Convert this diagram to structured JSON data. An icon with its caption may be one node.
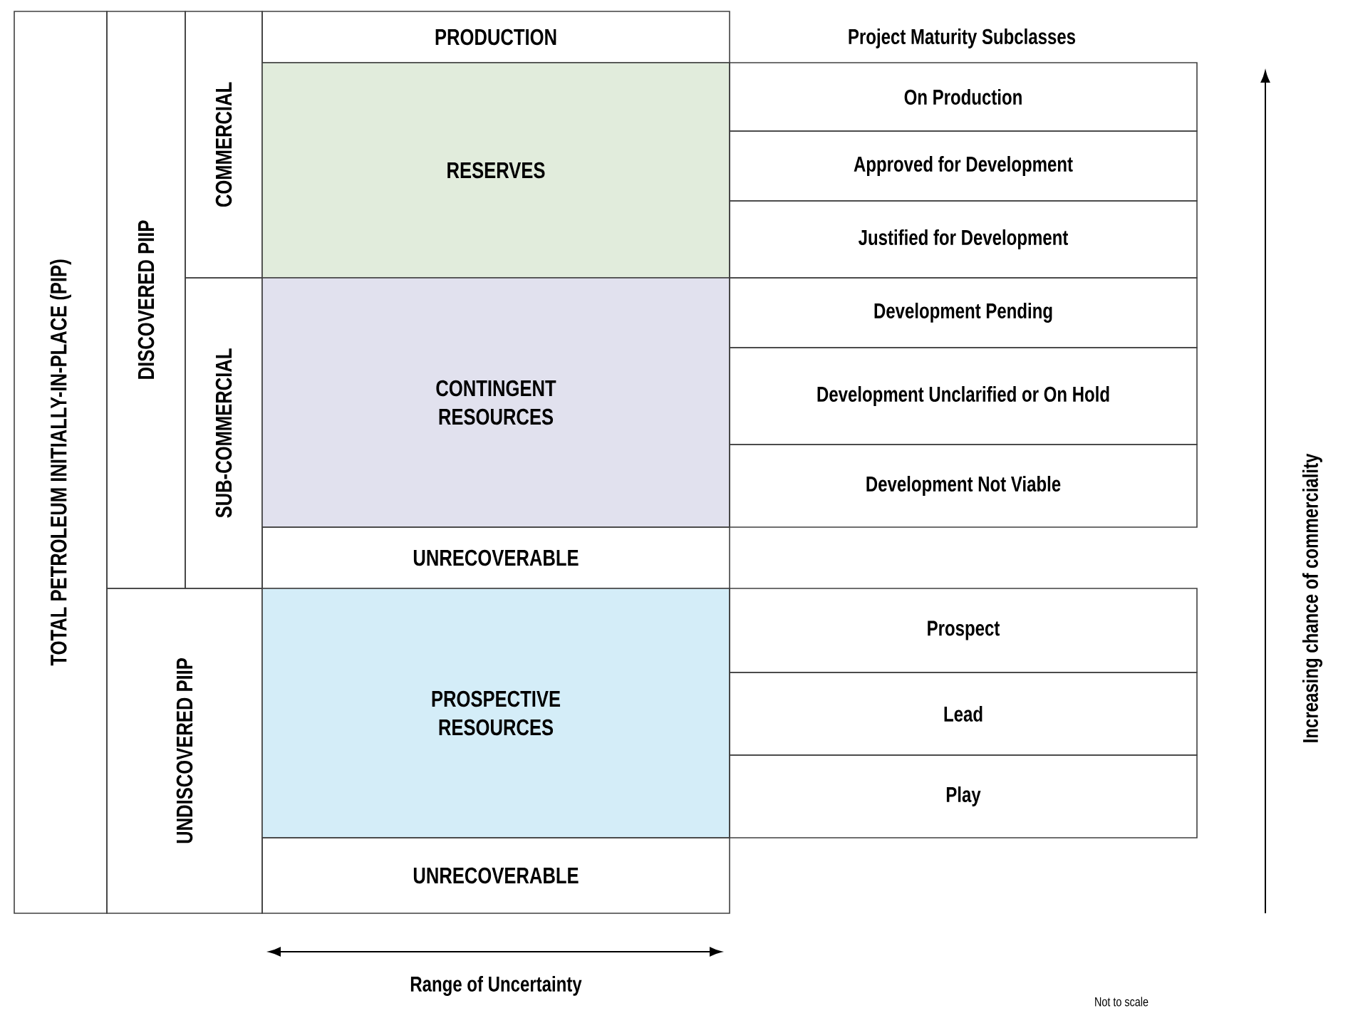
{
  "diagram": {
    "nodes": [
      {
        "text": [
          "TOTAL PETROLEUM INITIALLY-IN-PLACE (PIP)"
        ]
      },
      {
        "text": [
          "DISCOVERED PIIP"
        ]
      },
      {
        "text": [
          "COMMERCIAL"
        ]
      },
      {
        "text": [
          "PRODUCTION"
        ]
      },
      {
        "text": [
          "RESERVES"
        ]
      },
      {
        "text": [
          "SUB-COMMERCIAL"
        ]
      },
      {
        "text": [
          "CONTINGENT RESOURCES"
        ]
      },
      {
        "text": [
          "UNRECOVERABLE"
        ]
      },
      {
        "text": [
          "UNDISCOVERED PIIP"
        ]
      },
      {
        "text": [
          "PROSPECTIVE RESOURCES"
        ]
      },
      {
        "text": [
          "UNRECOVERABLE"
        ]
      },
      {
        "text": [
          "On Production"
        ]
      },
      {
        "text": [
          "Approved for Development"
        ]
      },
      {
        "text": [
          "Justified for Development"
        ]
      },
      {
        "text": [
          "Development Pending"
        ]
      },
      {
        "text": [
          "Development Unclarified or On Hold"
        ]
      },
      {
        "text": [
          "Development Not Viable"
        ]
      },
      {
        "text": [
          "Prospect"
        ]
      },
      {
        "text": [
          "Lead"
        ]
      },
      {
        "text": [
          "Play"
        ]
      }
    ],
    "labels": [
      "Project Maturity Subclasses",
      "Increasing chance of commerciality",
      "Range of Uncertainty",
      "Not to scale"
    ]
  }
}
